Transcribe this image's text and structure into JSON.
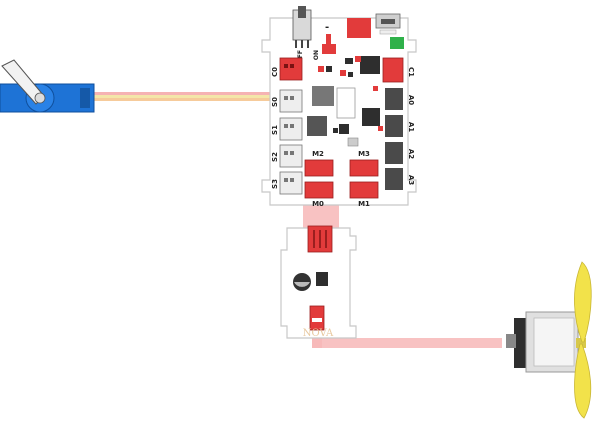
{
  "colors": {
    "board": "#ffffff",
    "board_edge": "#c8c8c8",
    "connector_red": "#e23b3b",
    "connector_dark": "#4a4a4a",
    "chip": "#2e2e2e",
    "servo": "#1e73d6",
    "motor_prop": "#f2e24a",
    "cable_pink": "#f7b7b7",
    "cable_yellow": "#f3e29a",
    "switch_green": "#2fb14a"
  },
  "main_board": {
    "switch_off": "OFF",
    "switch_on": "ON",
    "minus": "-",
    "plus": "+",
    "left_ports": [
      "C0",
      "S0",
      "S1",
      "S2",
      "S3"
    ],
    "right_ports": [
      "C1",
      "A0",
      "A1",
      "A2",
      "A3"
    ],
    "motor_ports": [
      "M2",
      "M3",
      "M0",
      "M1"
    ]
  },
  "driver_module": {
    "logo": "NOVA"
  },
  "icons": [
    "servo-motor-icon",
    "dc-motor-icon",
    "propeller-icon"
  ]
}
